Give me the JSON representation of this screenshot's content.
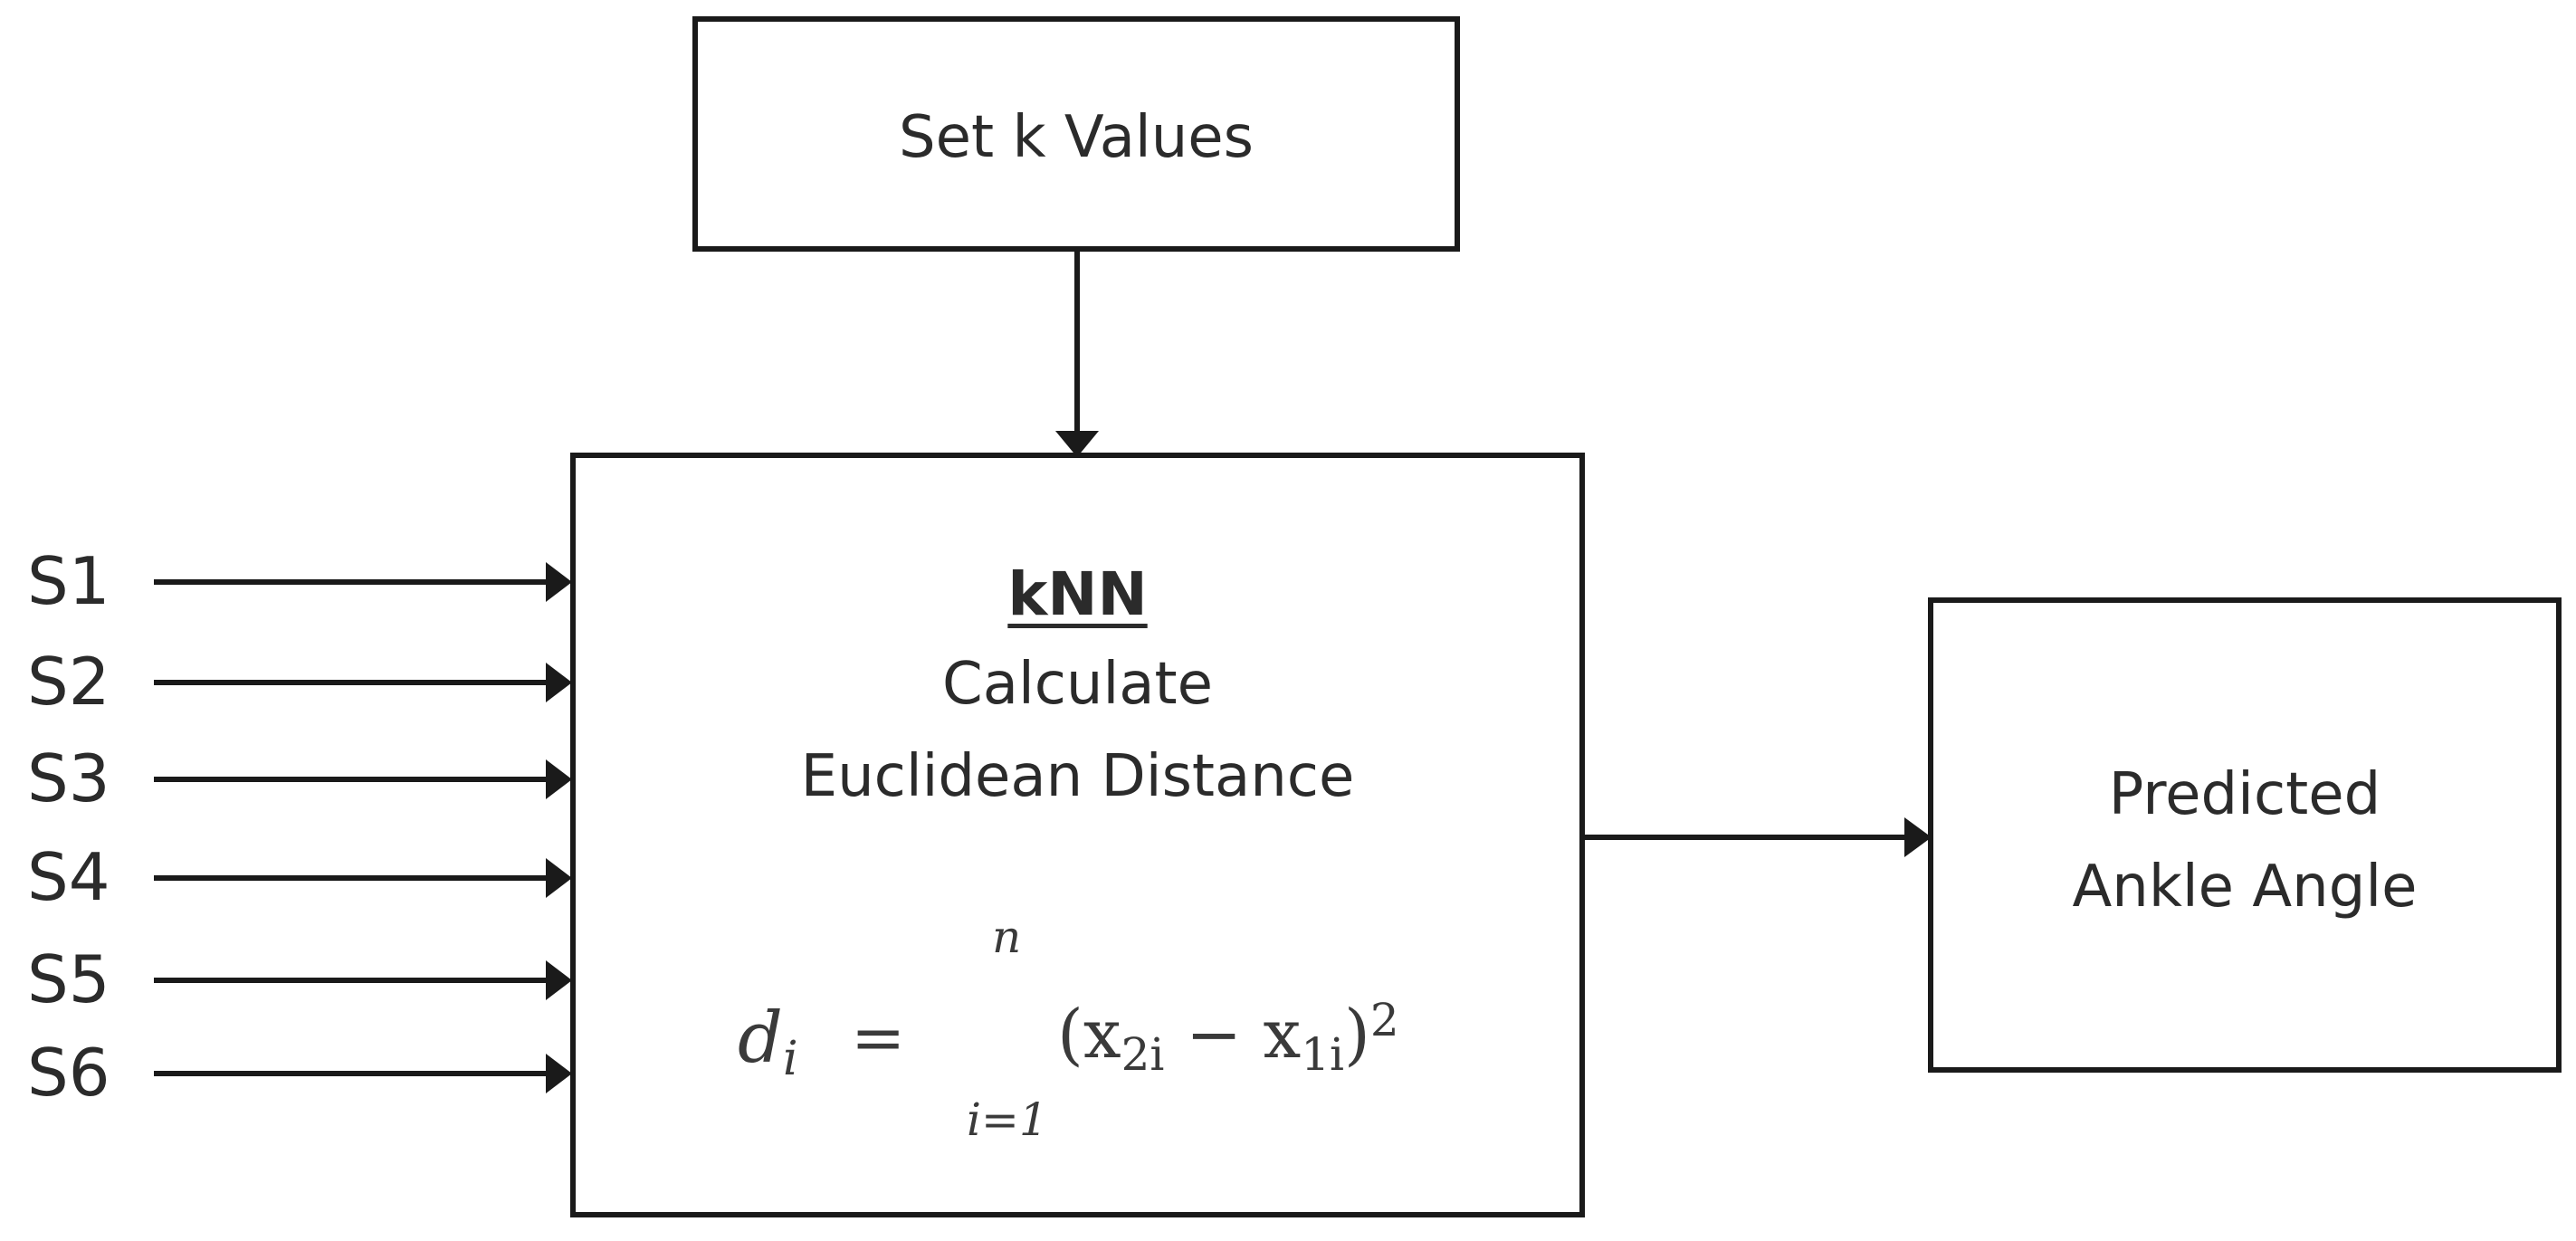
{
  "boxes": {
    "set_k": {
      "label": "Set k Values"
    },
    "knn": {
      "title": "kNN",
      "line1": "Calculate",
      "line2": "Euclidean Distance"
    },
    "output": {
      "line1": "Predicted",
      "line2": "Ankle Angle"
    }
  },
  "inputs": [
    "S1",
    "S2",
    "S3",
    "S4",
    "S5",
    "S6"
  ],
  "formula": {
    "lhs_var": "d",
    "lhs_sub": "i",
    "equals": "=",
    "sum_upper": "n",
    "sum_lower": "i=1",
    "term": {
      "open": "(x",
      "sub1": "2i",
      "minus": " − x",
      "sub2": "1i",
      "close": ")",
      "exp": "2"
    }
  },
  "colors": {
    "stroke": "#1a1a1a",
    "text": "#2b2b2b",
    "background": "#ffffff"
  }
}
